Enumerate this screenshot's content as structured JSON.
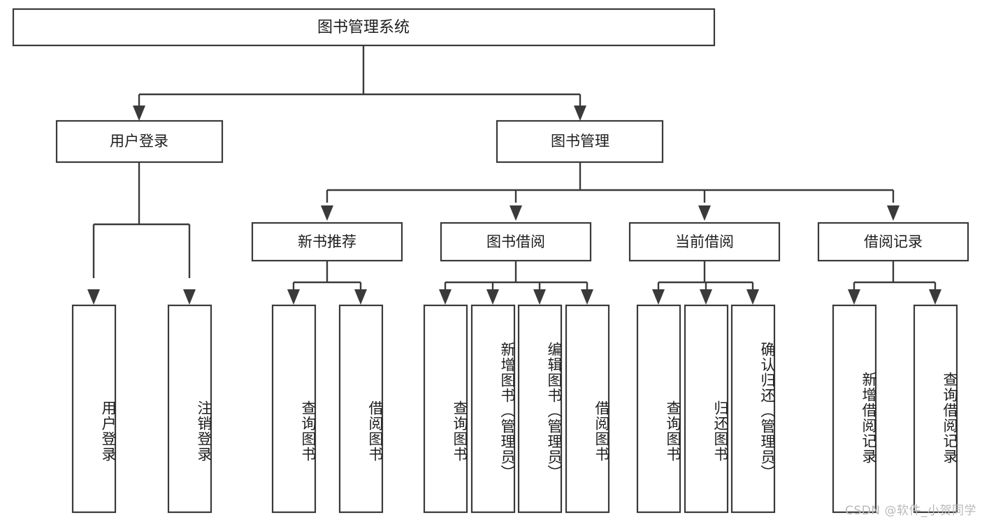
{
  "diagram": {
    "type": "tree",
    "title": "图书管理系统",
    "orientation": "top-down",
    "colors": {
      "box_stroke": "#3a3a3a",
      "box_fill": "#ffffff",
      "connector": "#3a3a3a",
      "text": "#1d1d1d",
      "background": "#ffffff",
      "watermark": "#b9b9b9"
    },
    "root": {
      "label": "图书管理系统"
    },
    "level2": [
      {
        "label": "用户登录"
      },
      {
        "label": "图书管理"
      }
    ],
    "level3": [
      {
        "label": "新书推荐"
      },
      {
        "label": "图书借阅"
      },
      {
        "label": "当前借阅"
      },
      {
        "label": "借阅记录"
      }
    ],
    "leaves": {
      "user_login": [
        {
          "label": "用户登录"
        },
        {
          "label": "注销登录"
        }
      ],
      "new_book_recommend": [
        {
          "label": "查询图书"
        },
        {
          "label": "借阅图书"
        }
      ],
      "book_borrow": [
        {
          "label": "查询图书"
        },
        {
          "label": "新增图书（管理员）"
        },
        {
          "label": "编辑图书（管理员）"
        },
        {
          "label": "借阅图书"
        }
      ],
      "current_borrow": [
        {
          "label": "查询图书"
        },
        {
          "label": "归还图书"
        },
        {
          "label": "确认归还（管理员）"
        }
      ],
      "borrow_record": [
        {
          "label": "新增借阅记录"
        },
        {
          "label": "查询借阅记录"
        }
      ]
    },
    "watermark": "CSDN @软件_小贺同学"
  }
}
